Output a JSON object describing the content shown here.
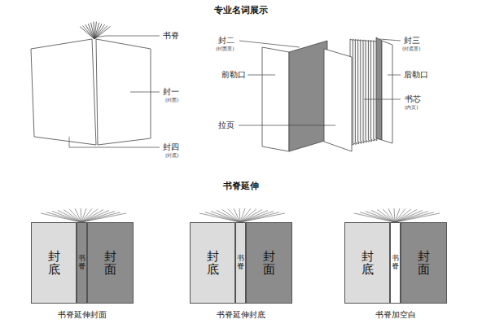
{
  "diagram": {
    "title": "专业名词展示",
    "nodes": [
      {
        "text": [
          "封底"
        ]
      },
      {
        "text": [
          "书脊"
        ]
      },
      {
        "text": [
          "封面"
        ]
      },
      {
        "text": [
          "封底"
        ]
      },
      {
        "text": [
          "书脊"
        ]
      },
      {
        "text": [
          "封面"
        ]
      },
      {
        "text": [
          "封底"
        ]
      },
      {
        "text": [
          "书脊"
        ]
      },
      {
        "text": [
          "封面"
        ]
      }
    ],
    "labels": [
      "书脊",
      "封一",
      "(封面)",
      "封四",
      "(封底)",
      "封二",
      "(封面里)",
      "封三",
      "(封底里)",
      "前勒口",
      "后勒口",
      "书芯",
      "(内页)",
      "拉页",
      "书脊延伸",
      "书脊延伸封面",
      "书脊延伸封底",
      "书脊加空白"
    ]
  }
}
